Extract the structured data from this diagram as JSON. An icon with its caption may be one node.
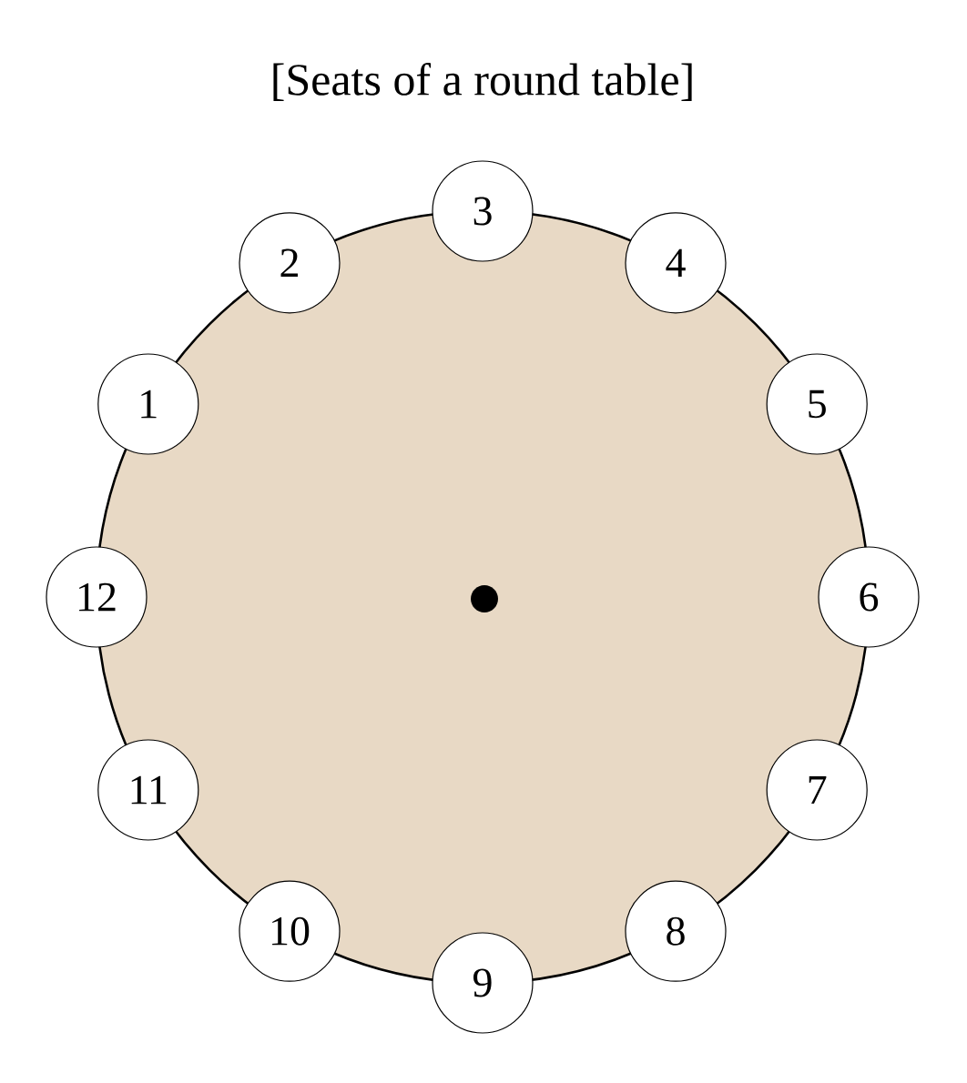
{
  "diagram": {
    "title": "[Seats of a round table]",
    "nodes": [
      {
        "text": [],
        "shape": "circle"
      },
      {
        "text": [
          "1"
        ]
      },
      {
        "text": [
          "2"
        ]
      },
      {
        "text": [
          "3"
        ]
      },
      {
        "text": [
          "4"
        ]
      },
      {
        "text": [
          "5"
        ]
      },
      {
        "text": [
          "6"
        ]
      },
      {
        "text": [
          "7"
        ]
      },
      {
        "text": [
          "8"
        ]
      },
      {
        "text": [
          "9"
        ]
      },
      {
        "text": [
          "10"
        ]
      },
      {
        "text": [
          "11"
        ]
      },
      {
        "text": [
          "12"
        ]
      }
    ]
  }
}
